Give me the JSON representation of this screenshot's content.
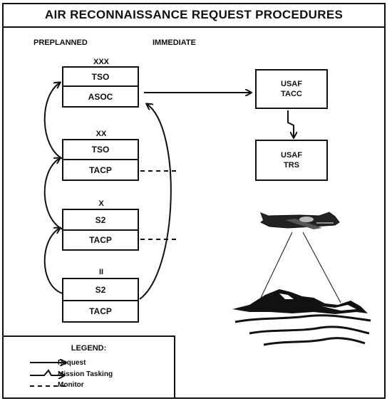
{
  "title": "AIR RECONNAISSANCE REQUEST PROCEDURES",
  "columns": {
    "preplanned": "PREPLANNED",
    "immediate": "IMMEDIATE"
  },
  "echelons": [
    {
      "marker": "XXX",
      "top": "TSO",
      "bottom": "ASOC"
    },
    {
      "marker": "XX",
      "top": "TSO",
      "bottom": "TACP"
    },
    {
      "marker": "X",
      "top": "S2",
      "bottom": "TACP"
    },
    {
      "marker": "II",
      "top": "S2",
      "bottom": "TACP"
    }
  ],
  "usaf_tacc": {
    "line1": "USAF",
    "line2": "TACC"
  },
  "usaf_trs": {
    "line1": "USAF",
    "line2": "TRS"
  },
  "legend": {
    "title": "LEGEND:",
    "items": [
      {
        "label": "Request"
      },
      {
        "label": "Mission Tasking"
      },
      {
        "label": "Monitor"
      }
    ]
  }
}
